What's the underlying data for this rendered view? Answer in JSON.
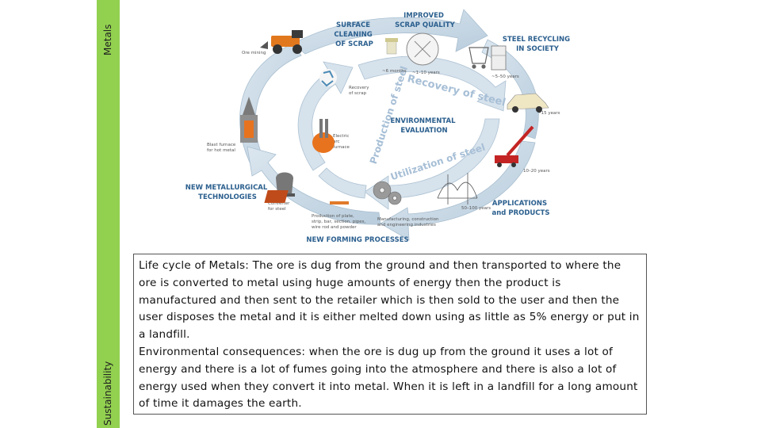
{
  "sidebar": {
    "top_label": "Metals",
    "bottom_label": "Sustainability",
    "color": "#92d050"
  },
  "diagram": {
    "labels": {
      "surface_cleaning": [
        "SURFACE",
        "CLEANING",
        "OF SCRAP"
      ],
      "improved_scrap": [
        "IMPROVED",
        "SCRAP QUALITY"
      ],
      "steel_recycling": [
        "STEEL RECYCLING",
        "IN SOCIETY"
      ],
      "ore_mining": "Ore mining",
      "recovery_of_scrap": [
        "Recovery",
        "of scrap"
      ],
      "six_months": "~6 months",
      "one_to_ten": "~1–10 years",
      "five_to_fifty": "~5–50 years",
      "fifteen_years": "~15 years",
      "blast_furnace": [
        "Blast furnace",
        "for hot metal"
      ],
      "electric_arc": [
        "Electric",
        "arc",
        "furnace"
      ],
      "environmental": [
        "ENVIRONMENTAL",
        "EVALUATION"
      ],
      "recovery_of_steel": "Recovery of steel",
      "production_of_steel": "Production of steel",
      "utilization_of_steel": "Utilization of steel",
      "ten_to_twenty": "10–20 years",
      "new_metallurgical": [
        "NEW METALLURGICAL",
        "TECHNOLOGIES"
      ],
      "converter": [
        "Converter",
        "for steel"
      ],
      "production_of_plate": [
        "Production of plate,",
        "strip, bar, section, pipes,",
        "wire rod and powder"
      ],
      "manufacturing": [
        "Manufacturing, construction",
        "and engineering industries"
      ],
      "fifty_to_hundred": "50–100 years",
      "applications": [
        "APPLICATIONS",
        "and PRODUCTS"
      ],
      "new_forming": "NEW FORMING PROCESSES"
    },
    "colors": {
      "arrow": "#c9d9e6",
      "arrow_edge": "#a9bfd0",
      "heading": "#2b5f8e",
      "ring_text": "#a7bfd6"
    }
  },
  "description": {
    "paragraph1": "Life cycle of Metals: The ore is dug from the ground and then transported to where the ore is converted to metal using huge amounts of energy then the product is manufactured and then sent to the retailer which is then sold to the user and then the user disposes the metal and it is either melted down using as little as 5% energy or put in a landfill.",
    "paragraph2": "Environmental consequences: when the ore is dug up from the ground it uses a lot of energy and there is a lot of fumes going into the atmosphere and there is also a lot of energy used when they convert it into metal. When it is left in a landfill for a long amount of time it damages the earth."
  }
}
